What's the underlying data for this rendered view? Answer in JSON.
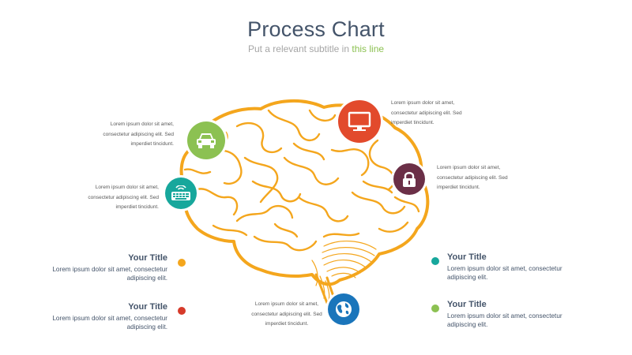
{
  "header": {
    "title": "Process Chart",
    "subtitle_prefix": "Put a relevant subtitle in ",
    "subtitle_highlight": "this line"
  },
  "colors": {
    "brain": "#f4a61d",
    "green": "#8cc152",
    "teal": "#17a79c",
    "red": "#e24a2c",
    "plum": "#6b2f47",
    "blue": "#1a75bb",
    "orange": "#f4a61d",
    "dark_red": "#d63a2a",
    "text": "#44546a"
  },
  "callouts": [
    {
      "id": "car",
      "icon": "car-icon",
      "lines": [
        "Lorem ipsum dolor sit amet,",
        "consectetur adipiscing elit. Sed",
        "imperdiet tincidunt."
      ]
    },
    {
      "id": "keyboard",
      "icon": "keyboard-icon",
      "lines": [
        "Lorem ipsum dolor sit amet,",
        "consectetur adipiscing elit. Sed",
        "imperdiet tincidunt."
      ]
    },
    {
      "id": "monitor",
      "icon": "monitor-icon",
      "lines": [
        "Lorem ipsum dolor sit amet,",
        "consectetur adipiscing elit. Sed",
        "imperdiet tincidunt."
      ]
    },
    {
      "id": "lock",
      "icon": "lock-icon",
      "lines": [
        "Lorem ipsum dolor sit amet,",
        "consectetur adipiscing elit. Sed",
        "imperdiet tincidunt."
      ]
    },
    {
      "id": "globe",
      "icon": "globe-icon",
      "lines": [
        "Lorem ipsum dolor sit amet,",
        "consectetur adipiscing elit. Sed",
        "imperdiet tincidunt."
      ]
    }
  ],
  "items": [
    {
      "title": "Your Title",
      "lines": [
        "Lorem ipsum dolor sit amet, consectetur",
        "adipiscing elit."
      ]
    },
    {
      "title": "Your Title",
      "lines": [
        "Lorem ipsum dolor sit amet, consectetur",
        "adipiscing elit."
      ]
    },
    {
      "title": "Your Title",
      "lines": [
        "Lorem ipsum dolor sit amet, consectetur",
        "adipiscing elit."
      ]
    },
    {
      "title": "Your Title",
      "lines": [
        "Lorem ipsum dolor sit amet, consectetur",
        "adipiscing elit."
      ]
    }
  ]
}
